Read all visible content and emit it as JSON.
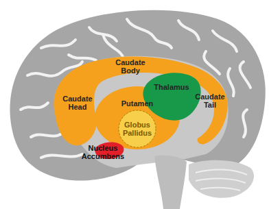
{
  "diagram": {
    "labels": [
      "Caudate Body",
      "Thalamus",
      "Caudate Head",
      "Putamen",
      "Caudate Tail",
      "Globus Pallidus",
      "Nucleus Accumbens"
    ]
  }
}
